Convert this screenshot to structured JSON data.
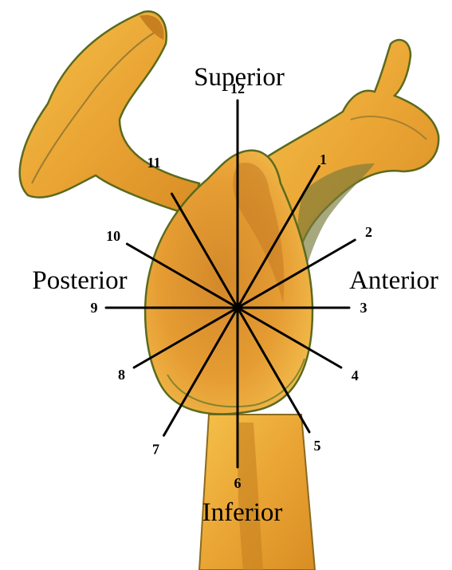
{
  "directions": {
    "superior": "Superior",
    "inferior": "Inferior",
    "posterior": "Posterior",
    "anterior": "Anterior"
  },
  "clock_positions": [
    "1",
    "2",
    "3",
    "4",
    "5",
    "6",
    "7",
    "8",
    "9",
    "10",
    "11",
    "12"
  ],
  "colors": {
    "bone_light": "#f2b53a",
    "bone_mid": "#e39a2a",
    "bone_dark": "#c5761c",
    "outline": "#5a6a1e",
    "shadow": "#7c6a30",
    "lines": "#000000"
  }
}
